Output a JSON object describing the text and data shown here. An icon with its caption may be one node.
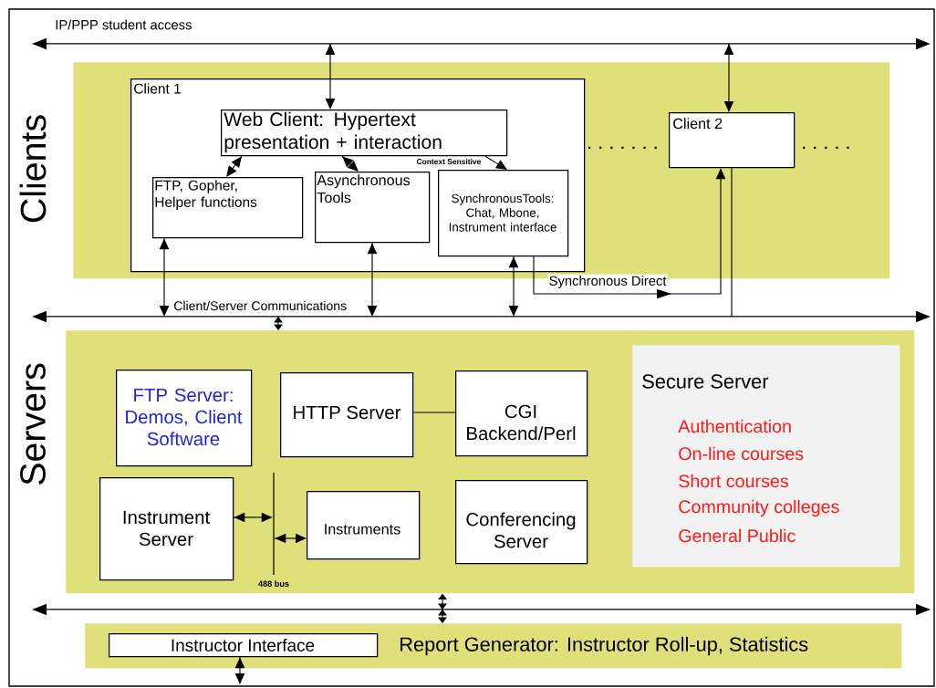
{
  "diagram": {
    "nodes": [
      {
        "text": [
          "Clients"
        ]
      },
      {
        "text": [
          "Client 1"
        ],
        "in": 0
      },
      {
        "text": [
          "Web Client: Hypertext presentation + interaction"
        ],
        "in": 1
      },
      {
        "text": [
          "FTP, Gopher, Helper functions"
        ],
        "in": 1
      },
      {
        "text": [
          "Asynchronous Tools"
        ],
        "in": 1
      },
      {
        "text": [
          "SynchronousTools: Chat, Mbone, Instrument interface"
        ],
        "in": 1
      },
      {
        "text": [
          "Client 2"
        ],
        "in": 0
      },
      {
        "text": [
          "Servers"
        ]
      },
      {
        "text": [
          "FTP Server: Demos, Client Software"
        ],
        "in": 7
      },
      {
        "text": [
          "HTTP Server"
        ],
        "in": 7
      },
      {
        "text": [
          "CGI Backend/Perl"
        ],
        "in": 7
      },
      {
        "text": [
          "Instrument Server"
        ],
        "in": 7
      },
      {
        "text": [
          "Instruments"
        ],
        "in": 7
      },
      {
        "text": [
          "Conferencing Server"
        ],
        "in": 7
      },
      {
        "text": [
          "Secure Server",
          "Authentication",
          "On-line courses",
          "Short courses",
          "Community colleges",
          "General Public"
        ],
        "in": 7
      },
      {
        "text": [
          "Report Generator: Instructor Roll-up, Statistics"
        ]
      },
      {
        "text": [
          "Instructor Interface"
        ],
        "in": 15
      },
      {
        "text": [
          "IP/PPP student access"
        ]
      },
      {
        "text": [
          "Client/Server Communications"
        ]
      },
      {
        "text": [],
        "shape": "bar"
      },
      {
        "text": [
          "488 bus"
        ],
        "in": 7
      }
    ],
    "edges": [
      {
        "from": 17,
        "to": 2,
        "arrow": "both"
      },
      {
        "from": 17,
        "to": 6,
        "arrow": "both"
      },
      {
        "from": 2,
        "to": 3,
        "arrow": "both"
      },
      {
        "from": 2,
        "to": 4,
        "arrow": "both"
      },
      {
        "from": 2,
        "to": 5,
        "arrow": "to",
        "label": "Context Sensitive"
      },
      {
        "from": 3,
        "to": 18,
        "arrow": "both"
      },
      {
        "from": 4,
        "to": 18,
        "arrow": "both"
      },
      {
        "from": 5,
        "to": 18,
        "arrow": "both"
      },
      {
        "from": 6,
        "to": 18,
        "arrow": "none"
      },
      {
        "from": 18,
        "to": 7,
        "arrow": "both"
      },
      {
        "from": 5,
        "to": 6,
        "arrow": "to",
        "label": "Synchronous Direct"
      },
      {
        "from": 9,
        "to": 10,
        "arrow": "none"
      },
      {
        "from": 11,
        "to": 20,
        "arrow": "both"
      },
      {
        "from": 20,
        "to": 12,
        "arrow": "both"
      },
      {
        "from": 19,
        "to": 7,
        "arrow": "both"
      },
      {
        "from": 19,
        "to": 15,
        "arrow": "both"
      },
      {
        "from": 16,
        "to": null,
        "arrow": "both"
      }
    ]
  }
}
